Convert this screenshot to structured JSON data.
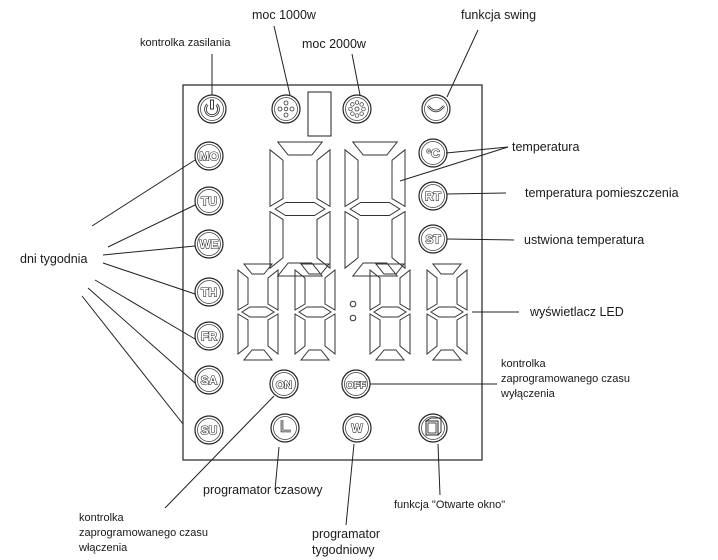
{
  "labels": {
    "moc_1000": "moc 1000w",
    "funkcja_swing": "funkcja swing",
    "kontrolka_zasilania": "kontrolka zasilania",
    "moc_2000": "moc 2000w",
    "temperatura": "temperatura",
    "temperatura_pomieszczenia": "temperatura pomieszczenia",
    "ustawiona_temperatura": "ustwiona temperatura",
    "dni_tygodnia": "dni tygodnia",
    "wyswietlacz_led": "wyświetlacz LED",
    "kontrolka_wylaczenia_1": "kontrolka",
    "kontrolka_wylaczenia_2": "zaprogramowanego czasu",
    "kontrolka_wylaczenia_3": "wyłączenia",
    "programator_czasowy": "programator czasowy",
    "funkcja_okno": "funkcja \"Otwarte okno\"",
    "kontrolka_wlaczenia_1": "kontrolka",
    "kontrolka_wlaczenia_2": "zaprogramowanego czasu",
    "kontrolka_wlaczenia_3": "włączenia",
    "programator_tygodniowy_1": "programator",
    "programator_tygodniowy_2": "tygodniowy"
  },
  "buttons": {
    "days": [
      "MO",
      "TU",
      "WE",
      "TH",
      "FR",
      "SA",
      "SU"
    ],
    "celsius": "°C",
    "room_temp": "RT",
    "set_temp": "ST",
    "on": "ON",
    "off": "OFF",
    "weekly": "W"
  },
  "icons": [
    "power-icon",
    "fan-1000w-icon",
    "fan-2000w-icon",
    "swing-icon",
    "clock-icon",
    "open-window-icon"
  ]
}
